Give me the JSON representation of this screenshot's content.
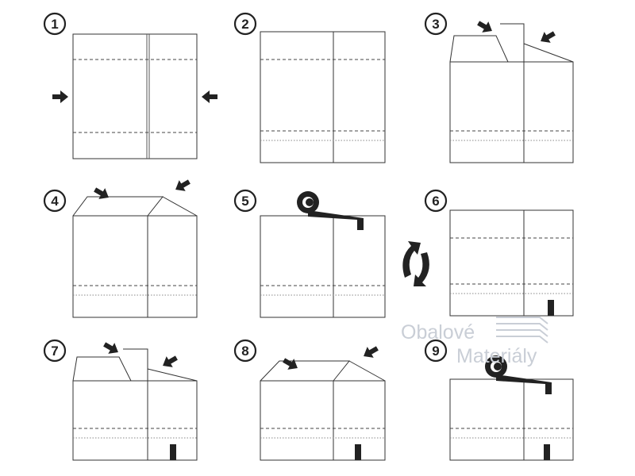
{
  "steps": [
    {
      "label": "1",
      "kind": "flat"
    },
    {
      "label": "2",
      "kind": "open"
    },
    {
      "label": "3",
      "kind": "fold-inner"
    },
    {
      "label": "4",
      "kind": "fold-outer"
    },
    {
      "label": "5",
      "kind": "tape-top"
    },
    {
      "label": "6",
      "kind": "flipped"
    },
    {
      "label": "7",
      "kind": "fold-inner-taped"
    },
    {
      "label": "8",
      "kind": "fold-outer-taped"
    },
    {
      "label": "9",
      "kind": "tape-top-final"
    }
  ],
  "watermark": {
    "line1": "Obalové",
    "line2": "Materiály"
  },
  "colors": {
    "line": "#333333",
    "ink": "#222222",
    "watermark": "#c9ced6"
  }
}
